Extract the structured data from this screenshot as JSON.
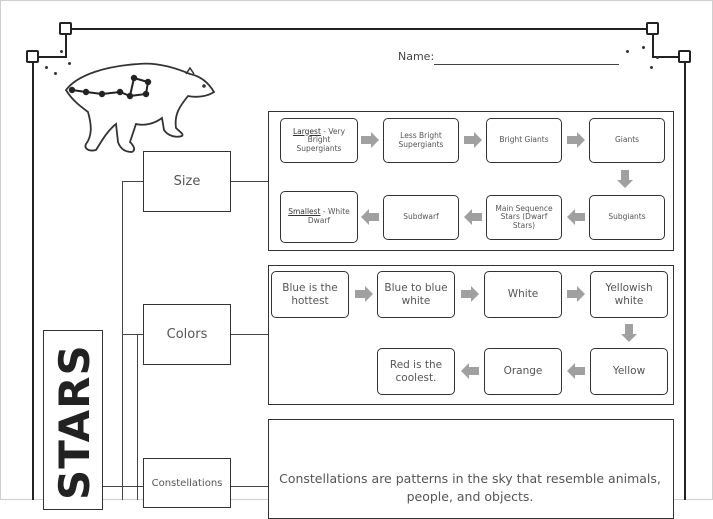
{
  "header": {
    "name_label": "Name:"
  },
  "title": "STARS",
  "categories": {
    "size": "Size",
    "colors": "Colors",
    "constellations": "Constellations"
  },
  "size_chain": {
    "largest_prefix": "Largest",
    "largest_rest": " - Very Bright Supergiants",
    "bright_supergiants": "Less Bright Supergiants",
    "bright_giants": "Bright Giants",
    "giants": "Giants",
    "subgiants": "Subgiants",
    "main_sequence": "Main Sequence Stars (Dwarf Stars)",
    "subdwarf": "Subdwarf",
    "smallest_prefix": "Smallest",
    "smallest_rest": " - White Dwarf"
  },
  "color_chain": {
    "blue_hottest": "Blue is the hottest",
    "blue_white": "Blue to blue white",
    "white": "White",
    "yellowish_white": "Yellowish white",
    "yellow": "Yellow",
    "orange": "Orange",
    "red_coolest": "Red is the coolest."
  },
  "constellations_text": "Constellations are patterns in the sky that resemble animals, people, and objects.",
  "colors_used": {
    "line": "#222222",
    "arrow": "#a0a0a0",
    "text": "#555555"
  }
}
